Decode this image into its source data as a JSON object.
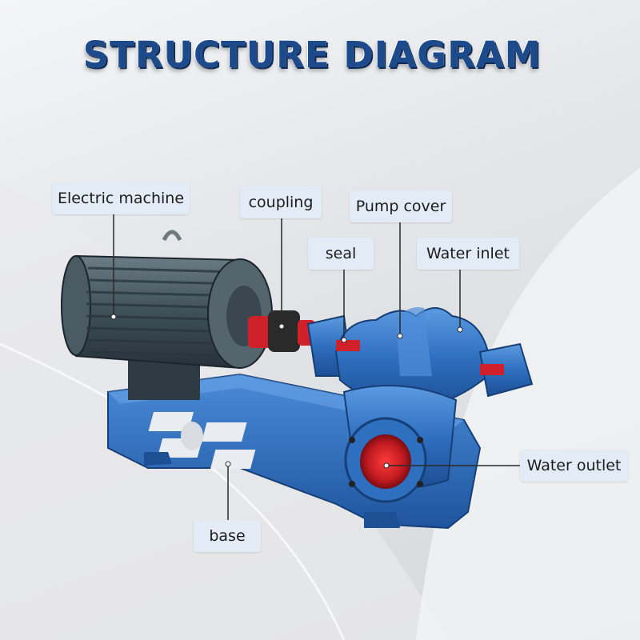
{
  "title": "STRUCTURE DIAGRAM",
  "labels": {
    "electric_machine": "Electric machine",
    "coupling": "coupling",
    "pump_cover": "Pump cover",
    "seal": "seal",
    "water_inlet": "Water inlet",
    "water_outlet": "Water outlet",
    "base": "base"
  },
  "colors": {
    "title": "#1c4a8a",
    "motor": "#3f5058",
    "pump_body": "#2f6fc0",
    "coupling_red": "#d0212a",
    "label_bg": "#e3ecf6"
  }
}
